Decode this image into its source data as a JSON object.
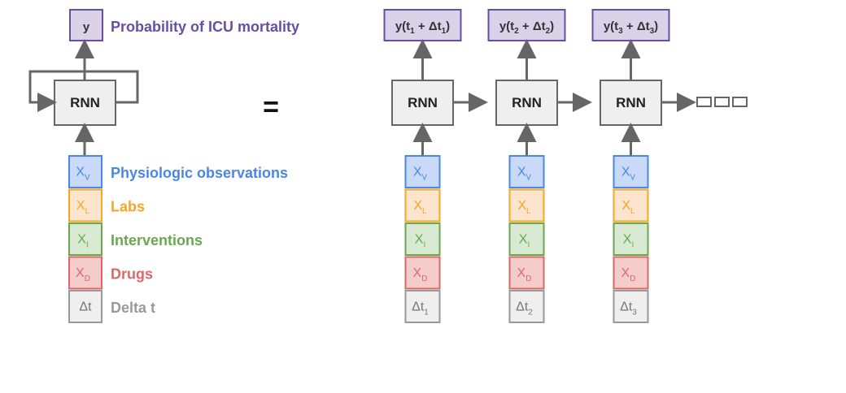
{
  "colors": {
    "rnn_fill": "#efefef",
    "rnn_stroke": "#666666",
    "output_fill": "#d9d2e9",
    "output_stroke": "#674ea7",
    "output_label_color": "#674ea7",
    "vitals_fill": "#c9daf8",
    "vitals_stroke": "#4a86e8",
    "labs_fill": "#fce5cd",
    "labs_stroke": "#f6a623",
    "interventions_fill": "#d9ead3",
    "interventions_stroke": "#6aa84f",
    "drugs_fill": "#f4cccc",
    "drugs_stroke": "#e06666",
    "delta_fill": "#efefef",
    "delta_stroke": "#999999"
  },
  "folded": {
    "output_symbol": "y",
    "output_label": "Probability of ICU mortality",
    "rnn_label": "RNN",
    "inputs": [
      {
        "key": "vitals",
        "main": "X",
        "sub": "V",
        "label": "Physiologic observations",
        "label_color": "#4a86e8"
      },
      {
        "key": "labs",
        "main": "X",
        "sub": "L",
        "label": "Labs",
        "label_color": "#f6a623"
      },
      {
        "key": "interventions",
        "main": "X",
        "sub": "I",
        "label": "Interventions",
        "label_color": "#6aa84f"
      },
      {
        "key": "drugs",
        "main": "X",
        "sub": "D",
        "label": "Drugs",
        "label_color": "#e06666"
      },
      {
        "key": "delta",
        "main": "Δt",
        "sub": "",
        "label": "Delta t",
        "label_color": "#999999"
      }
    ]
  },
  "equals_sign": "=",
  "unrolled": {
    "steps": [
      {
        "rnn_label": "RNN",
        "output": {
          "a": "y(t",
          "s1": "1",
          "b": " + Δt",
          "s2": "1",
          "c": ")"
        },
        "inputs": [
          {
            "key": "vitals",
            "main": "X",
            "sub": "V"
          },
          {
            "key": "labs",
            "main": "X",
            "sub": "L"
          },
          {
            "key": "interventions",
            "main": "X",
            "sub": "I"
          },
          {
            "key": "drugs",
            "main": "X",
            "sub": "D"
          },
          {
            "key": "delta",
            "main": "Δt",
            "sub": "1"
          }
        ]
      },
      {
        "rnn_label": "RNN",
        "output": {
          "a": "y(t",
          "s1": "2",
          "b": " + Δt",
          "s2": "2",
          "c": ")"
        },
        "inputs": [
          {
            "key": "vitals",
            "main": "X",
            "sub": "V"
          },
          {
            "key": "labs",
            "main": "X",
            "sub": "L"
          },
          {
            "key": "interventions",
            "main": "X",
            "sub": "I"
          },
          {
            "key": "drugs",
            "main": "X",
            "sub": "D"
          },
          {
            "key": "delta",
            "main": "Δt",
            "sub": "2"
          }
        ]
      },
      {
        "rnn_label": "RNN",
        "output": {
          "a": "y(t",
          "s1": "3",
          "b": " + Δt",
          "s2": "3",
          "c": ")"
        },
        "inputs": [
          {
            "key": "vitals",
            "main": "X",
            "sub": "V"
          },
          {
            "key": "labs",
            "main": "X",
            "sub": "L"
          },
          {
            "key": "interventions",
            "main": "X",
            "sub": "I"
          },
          {
            "key": "drugs",
            "main": "X",
            "sub": "D"
          },
          {
            "key": "delta",
            "main": "Δt",
            "sub": "3"
          }
        ]
      }
    ],
    "continuation_boxes": 3
  }
}
